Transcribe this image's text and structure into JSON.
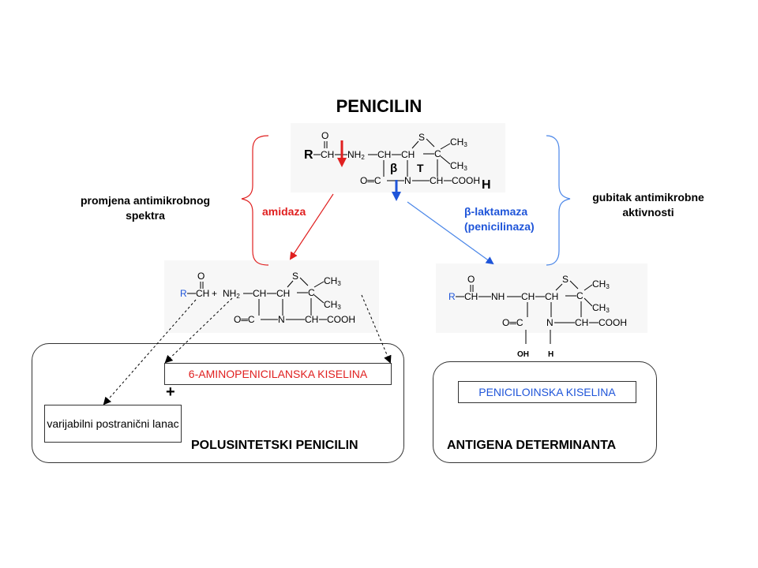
{
  "title": "PENICILIN",
  "left_side_text": "promjena antimikrobnog spektra",
  "right_side_text": "gubitak antimikrobne aktivnosti",
  "enzymes": {
    "amidaza": "amidaza",
    "beta_laktamaza": "β-laktamaza",
    "penicilinaza": "(penicilinaza)"
  },
  "penicillin_structure": {
    "R": "R",
    "CH": "CH",
    "NH2": "NH",
    "CH_a": "CH",
    "CH_b": "CH",
    "S": "S",
    "C": "C",
    "CH3_a": "CH",
    "CH3_b": "CH",
    "beta": "β",
    "T": "T",
    "OC": "O═C",
    "N": "N",
    "CH_c": "CH",
    "COOH": "COOH",
    "H": "H",
    "O": "O"
  },
  "apa_structure": {
    "R": "R",
    "CH": "CH",
    "plus": "+",
    "NH2": "NH",
    "CH_a": "CH",
    "CH_b": "CH",
    "S": "S",
    "C": "C",
    "CH3_a": "CH",
    "CH3_b": "CH",
    "OC": "O═C",
    "N": "N",
    "CH_c": "CH",
    "COOH": "COOH",
    "O": "O"
  },
  "peniciloic_structure": {
    "R": "R",
    "CH": "CH",
    "NH": "NH",
    "CH_a": "CH",
    "CH_b": "CH",
    "S": "S",
    "C": "C",
    "CH3_a": "CH",
    "CH3_b": "CH",
    "OC": "O═C",
    "N": "N",
    "CH_c": "CH",
    "COOH": "COOH",
    "O": "O",
    "OH": "OH",
    "H": "H"
  },
  "boxes": {
    "apa": "6-AMINOPENICILANSKA KISELINA",
    "side_chain": "varijabilni postranični lanac",
    "plus": "+",
    "peniciloic": "PENICILOINSKA KISELINA"
  },
  "panel_labels": {
    "left": "POLUSINTETSKI PENICILIN",
    "right": "ANTIGENA DETERMINANTA"
  },
  "colors": {
    "red": "#e02020",
    "blue": "#1f55d9",
    "blue_light": "#4a86e8",
    "black": "#000000"
  }
}
